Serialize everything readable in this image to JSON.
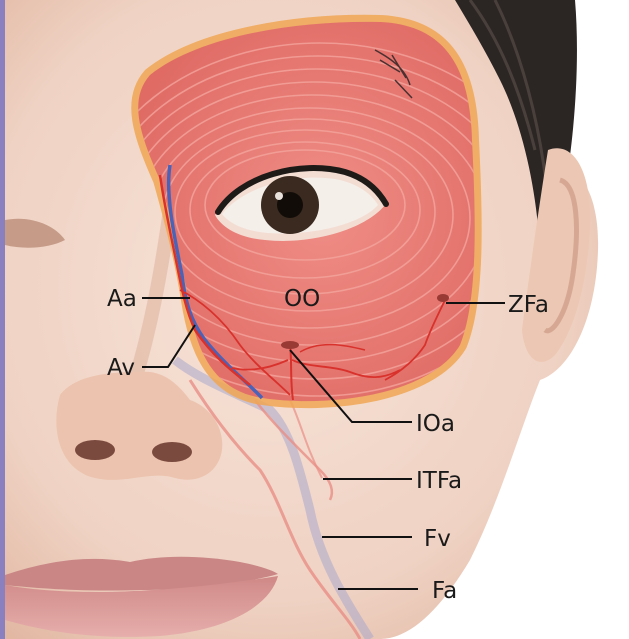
{
  "labels": {
    "aa": "Aa",
    "av": "Av",
    "oo": "OO",
    "zfa": "ZFa",
    "ioa": "IOa",
    "itfa": "ITFa",
    "fv": "Fv",
    "fa": "Fa"
  },
  "colors": {
    "skin": "#f1d6c8",
    "skin_shadow": "#e3bca9",
    "hair": "#2b2624",
    "muscle": "#e77b74",
    "muscle_fibers": "#f4a8a0",
    "muscle_outline": "#f0a653",
    "artery": "#d9312c",
    "vein": "#4a63b8",
    "vein_faint": "#a9a7cc",
    "lips": "#d99a98",
    "iris": "#3a2a20",
    "leader_line": "#111111"
  }
}
